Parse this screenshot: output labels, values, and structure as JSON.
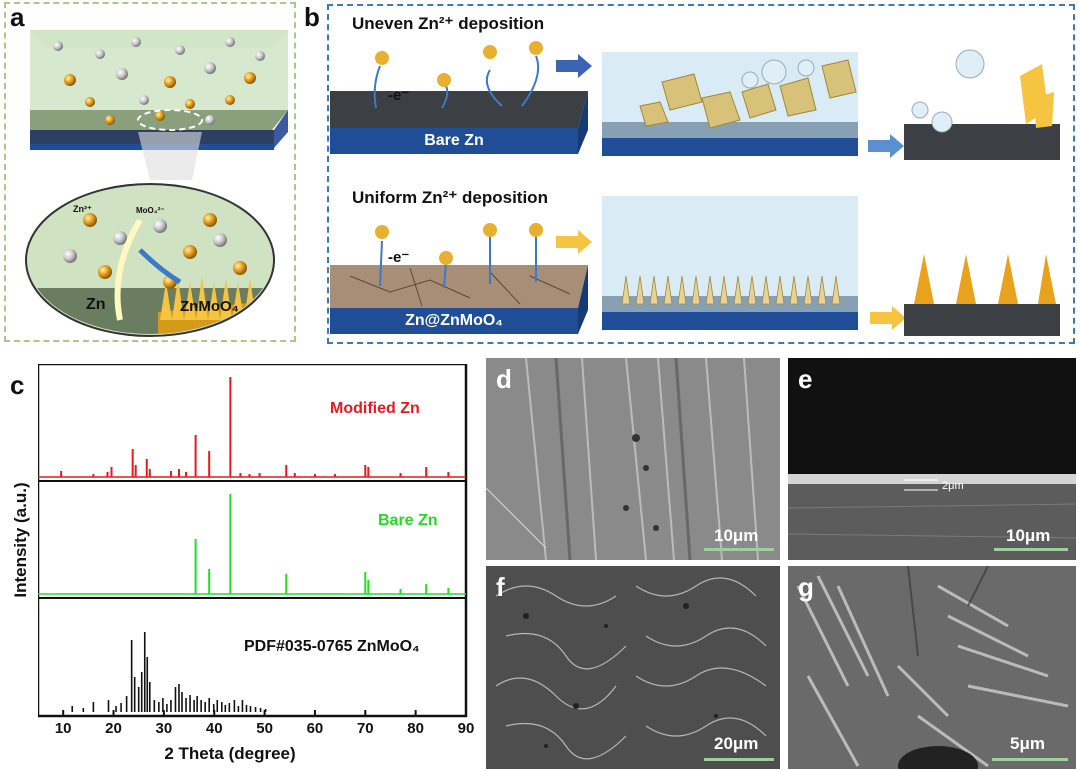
{
  "panels": {
    "a": {
      "label": "a",
      "ion_zn": "Zn²⁺",
      "ion_moo4": "MoO₄²⁻",
      "zn_label": "Zn",
      "znmoo4_label": "ZnMoO₄"
    },
    "b": {
      "label": "b",
      "top_title": "Uneven Zn²⁺ deposition",
      "bottom_title": "Uniform Zn²⁺ deposition",
      "electron_label": "-e⁻",
      "bare_zn": "Bare Zn",
      "coated_zn": "Zn@ZnMoO₄"
    },
    "c": {
      "label": "c"
    },
    "d": {
      "label": "d",
      "scale": "10μm"
    },
    "e": {
      "label": "e",
      "scale": "10μm",
      "thickness": "2μm"
    },
    "f": {
      "label": "f",
      "scale": "20μm"
    },
    "g": {
      "label": "g",
      "scale": "5μm"
    }
  },
  "colors": {
    "zn_ion": "#e8a21c",
    "moo4_ion": "#c9c9c9",
    "substrate": "#3c3c3c",
    "blue_base": "#1f4e96",
    "modified": "#e51a1a",
    "bare": "#22dd22",
    "pdf": "#111111"
  },
  "chart_data": {
    "type": "line",
    "xlabel": "2 Theta (degree)",
    "ylabel": "Intensity (a.u.)",
    "xlim": [
      5,
      90
    ],
    "xticks": [
      10,
      20,
      30,
      40,
      50,
      60,
      70,
      80,
      90
    ],
    "series": [
      {
        "name": "Modified Zn",
        "color": "#e51a1a",
        "peaks": [
          [
            9.6,
            0.06
          ],
          [
            16.0,
            0.03
          ],
          [
            18.8,
            0.05
          ],
          [
            19.6,
            0.1
          ],
          [
            23.8,
            0.28
          ],
          [
            24.4,
            0.12
          ],
          [
            26.6,
            0.18
          ],
          [
            27.2,
            0.08
          ],
          [
            31.4,
            0.06
          ],
          [
            33.0,
            0.08
          ],
          [
            34.4,
            0.05
          ],
          [
            36.3,
            0.42
          ],
          [
            39.0,
            0.26
          ],
          [
            43.2,
            1.0
          ],
          [
            45.2,
            0.04
          ],
          [
            47.0,
            0.03
          ],
          [
            49.0,
            0.04
          ],
          [
            54.3,
            0.12
          ],
          [
            56.0,
            0.04
          ],
          [
            60.0,
            0.03
          ],
          [
            64.0,
            0.03
          ],
          [
            70.0,
            0.12
          ],
          [
            70.6,
            0.1
          ],
          [
            77.0,
            0.04
          ],
          [
            82.1,
            0.1
          ],
          [
            86.5,
            0.05
          ]
        ]
      },
      {
        "name": "Bare Zn",
        "color": "#22dd22",
        "peaks": [
          [
            36.3,
            0.55
          ],
          [
            39.0,
            0.25
          ],
          [
            43.2,
            1.0
          ],
          [
            54.3,
            0.2
          ],
          [
            70.0,
            0.22
          ],
          [
            70.6,
            0.14
          ],
          [
            77.0,
            0.05
          ],
          [
            82.1,
            0.1
          ],
          [
            86.5,
            0.06
          ]
        ]
      },
      {
        "name": "PDF#035-0765 ZnMoO₄",
        "color": "#111111",
        "peaks": [
          [
            11.8,
            0.06
          ],
          [
            14.0,
            0.04
          ],
          [
            16.0,
            0.1
          ],
          [
            19.0,
            0.12
          ],
          [
            20.5,
            0.06
          ],
          [
            21.5,
            0.09
          ],
          [
            22.6,
            0.16
          ],
          [
            23.6,
            0.72
          ],
          [
            24.2,
            0.35
          ],
          [
            25.0,
            0.25
          ],
          [
            25.6,
            0.4
          ],
          [
            26.2,
            0.8
          ],
          [
            26.7,
            0.55
          ],
          [
            27.2,
            0.3
          ],
          [
            28.1,
            0.12
          ],
          [
            29.0,
            0.1
          ],
          [
            29.8,
            0.14
          ],
          [
            30.6,
            0.08
          ],
          [
            31.4,
            0.12
          ],
          [
            32.3,
            0.25
          ],
          [
            33.0,
            0.28
          ],
          [
            33.6,
            0.2
          ],
          [
            34.4,
            0.14
          ],
          [
            35.2,
            0.17
          ],
          [
            36.0,
            0.12
          ],
          [
            36.6,
            0.16
          ],
          [
            37.4,
            0.12
          ],
          [
            38.2,
            0.1
          ],
          [
            39.0,
            0.14
          ],
          [
            39.9,
            0.08
          ],
          [
            40.6,
            0.12
          ],
          [
            41.5,
            0.1
          ],
          [
            42.2,
            0.07
          ],
          [
            43.0,
            0.09
          ],
          [
            44.0,
            0.12
          ],
          [
            44.8,
            0.06
          ],
          [
            45.6,
            0.12
          ],
          [
            46.4,
            0.07
          ],
          [
            47.2,
            0.06
          ],
          [
            48.2,
            0.05
          ],
          [
            49.2,
            0.04
          ],
          [
            50.2,
            0.03
          ]
        ]
      }
    ]
  }
}
